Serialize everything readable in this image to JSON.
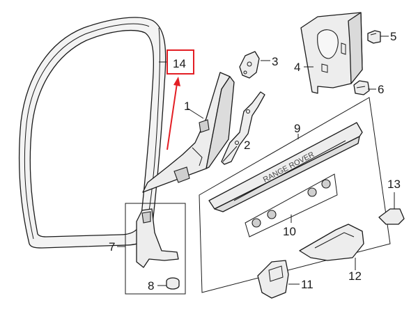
{
  "accent_color": "#e31e24",
  "highlighted_callout": "14",
  "callouts": [
    "1",
    "2",
    "3",
    "4",
    "5",
    "6",
    "7",
    "8",
    "9",
    "10",
    "11",
    "12",
    "13",
    "14"
  ],
  "emboss_text": "RANGE ROVER"
}
